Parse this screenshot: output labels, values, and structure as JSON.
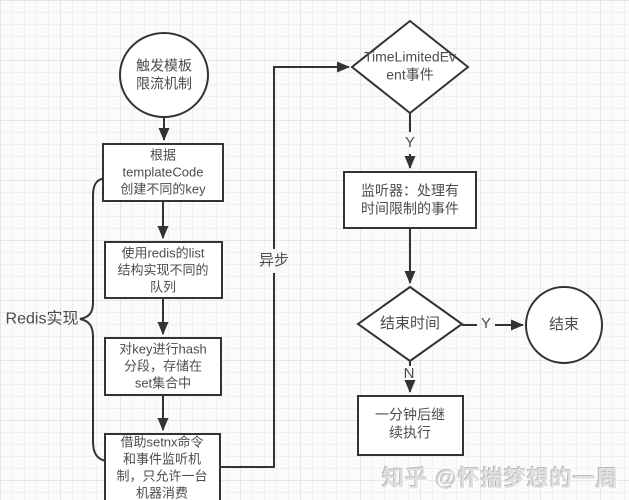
{
  "diagram": {
    "colors": {
      "stroke": "#333333",
      "text": "#4d4d4d",
      "shape_fill": "#ffffff",
      "watermark": "#e0e0e0"
    },
    "nodes": {
      "start": {
        "type": "ellipse",
        "label": "触发模板\n限流机制"
      },
      "create_key": {
        "type": "rect",
        "label": "根据\ntemplateCode\n创建不同的key"
      },
      "redis_list": {
        "type": "rect",
        "label": "使用redis的list\n结构实现不同的\n队列"
      },
      "hash_segment": {
        "type": "rect",
        "label": "对key进行hash\n分段，存储在\nset集合中"
      },
      "setnx": {
        "type": "rect",
        "label": "借助setnx命令\n和事件监听机\n制，只允许一台\n机器消费"
      },
      "time_limited_event": {
        "type": "diamond",
        "label": "TimeLimitedEv\nent事件"
      },
      "listener": {
        "type": "rect",
        "label": "监听器：处理有\n时间限制的事件"
      },
      "end_time": {
        "type": "diamond",
        "label": "结束时间"
      },
      "end": {
        "type": "circle",
        "label": "结束"
      },
      "retry": {
        "type": "rect",
        "label": "一分钟后继\n续执行"
      }
    },
    "edge_labels": {
      "async": "异步",
      "event_yes": "Y",
      "endtime_yes": "Y",
      "endtime_no": "N"
    },
    "group_label": "Redis实现",
    "watermark": "知乎 @怀揣梦想的一周"
  }
}
